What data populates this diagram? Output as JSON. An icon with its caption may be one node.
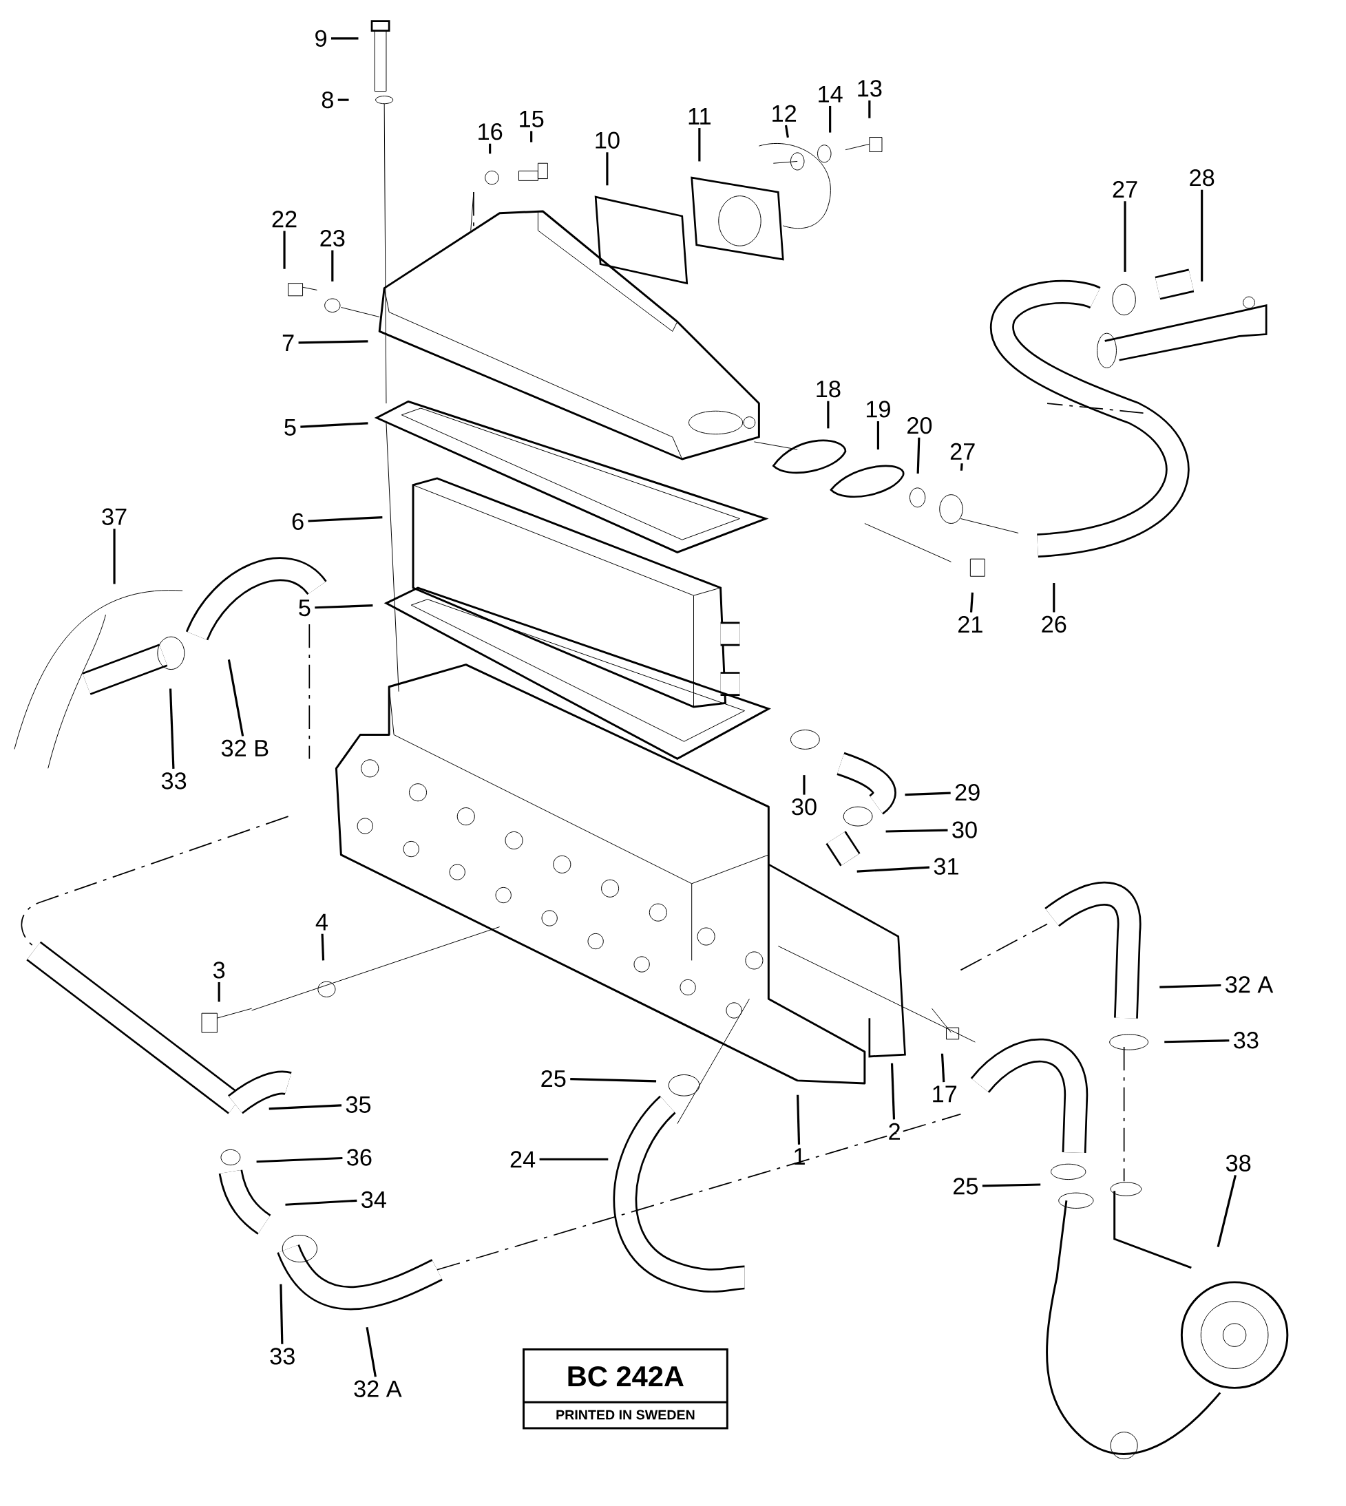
{
  "diagram": {
    "nodes": [
      {
        "text": [
          "9"
        ]
      },
      {
        "text": [
          "8"
        ]
      },
      {
        "text": [
          "16"
        ]
      },
      {
        "text": [
          "15"
        ]
      },
      {
        "text": [
          "10"
        ]
      },
      {
        "text": [
          "11"
        ]
      },
      {
        "text": [
          "12"
        ]
      },
      {
        "text": [
          "14"
        ]
      },
      {
        "text": [
          "13"
        ]
      },
      {
        "text": [
          "27"
        ]
      },
      {
        "text": [
          "28"
        ]
      },
      {
        "text": [
          "22"
        ]
      },
      {
        "text": [
          "23"
        ]
      },
      {
        "text": [
          "7"
        ]
      },
      {
        "text": [
          "18"
        ]
      },
      {
        "text": [
          "19"
        ]
      },
      {
        "text": [
          "20"
        ]
      },
      {
        "text": [
          "5"
        ]
      },
      {
        "text": [
          "27"
        ]
      },
      {
        "text": [
          "37"
        ]
      },
      {
        "text": [
          "6"
        ]
      },
      {
        "text": [
          "5"
        ]
      },
      {
        "text": [
          "21"
        ]
      },
      {
        "text": [
          "26"
        ]
      },
      {
        "text": [
          "32 B"
        ]
      },
      {
        "text": [
          "33"
        ]
      },
      {
        "text": [
          "30"
        ]
      },
      {
        "text": [
          "29"
        ]
      },
      {
        "text": [
          "30"
        ]
      },
      {
        "text": [
          "31"
        ]
      },
      {
        "text": [
          "4"
        ]
      },
      {
        "text": [
          "3"
        ]
      },
      {
        "text": [
          "32 A"
        ]
      },
      {
        "text": [
          "33"
        ]
      },
      {
        "text": [
          "25"
        ]
      },
      {
        "text": [
          "17"
        ]
      },
      {
        "text": [
          "35"
        ]
      },
      {
        "text": [
          "2"
        ]
      },
      {
        "text": [
          "1"
        ]
      },
      {
        "text": [
          "24"
        ]
      },
      {
        "text": [
          "36"
        ]
      },
      {
        "text": [
          "38"
        ]
      },
      {
        "text": [
          "25"
        ]
      },
      {
        "text": [
          "34"
        ]
      },
      {
        "text": [
          "33"
        ]
      },
      {
        "text": [
          "32 A"
        ]
      }
    ],
    "edges": [
      {
        "from": 0,
        "to": null,
        "arrow": "none"
      },
      {
        "from": 1,
        "to": null,
        "arrow": "none"
      },
      {
        "from": 2,
        "to": null,
        "arrow": "none"
      },
      {
        "from": 3,
        "to": null,
        "arrow": "none"
      },
      {
        "from": 4,
        "to": null,
        "arrow": "none"
      },
      {
        "from": 5,
        "to": null,
        "arrow": "none"
      },
      {
        "from": 6,
        "to": null,
        "arrow": "none"
      },
      {
        "from": 7,
        "to": null,
        "arrow": "none"
      },
      {
        "from": 8,
        "to": null,
        "arrow": "none"
      },
      {
        "from": 9,
        "to": null,
        "arrow": "none"
      },
      {
        "from": 10,
        "to": null,
        "arrow": "none"
      },
      {
        "from": 11,
        "to": null,
        "arrow": "none"
      },
      {
        "from": 12,
        "to": null,
        "arrow": "none"
      },
      {
        "from": 13,
        "to": null,
        "arrow": "none"
      },
      {
        "from": 14,
        "to": null,
        "arrow": "none"
      },
      {
        "from": 15,
        "to": null,
        "arrow": "none"
      },
      {
        "from": 16,
        "to": null,
        "arrow": "none"
      },
      {
        "from": 17,
        "to": null,
        "arrow": "none"
      },
      {
        "from": 18,
        "to": null,
        "arrow": "none"
      },
      {
        "from": 19,
        "to": null,
        "arrow": "none"
      },
      {
        "from": 20,
        "to": null,
        "arrow": "none"
      },
      {
        "from": 21,
        "to": null,
        "arrow": "none"
      },
      {
        "from": 22,
        "to": null,
        "arrow": "none"
      },
      {
        "from": 23,
        "to": null,
        "arrow": "none"
      },
      {
        "from": 24,
        "to": null,
        "arrow": "none"
      },
      {
        "from": 25,
        "to": null,
        "arrow": "none"
      },
      {
        "from": 26,
        "to": null,
        "arrow": "none"
      },
      {
        "from": 27,
        "to": null,
        "arrow": "none"
      },
      {
        "from": 28,
        "to": null,
        "arrow": "none"
      },
      {
        "from": 29,
        "to": null,
        "arrow": "none"
      },
      {
        "from": 30,
        "to": null,
        "arrow": "none"
      },
      {
        "from": 31,
        "to": null,
        "arrow": "none"
      },
      {
        "from": 32,
        "to": null,
        "arrow": "none"
      },
      {
        "from": 33,
        "to": null,
        "arrow": "none"
      },
      {
        "from": 34,
        "to": null,
        "arrow": "none"
      },
      {
        "from": 35,
        "to": null,
        "arrow": "none"
      },
      {
        "from": 36,
        "to": null,
        "arrow": "none"
      },
      {
        "from": 37,
        "to": null,
        "arrow": "none"
      },
      {
        "from": 38,
        "to": null,
        "arrow": "none"
      },
      {
        "from": 39,
        "to": null,
        "arrow": "none"
      },
      {
        "from": 40,
        "to": null,
        "arrow": "none"
      },
      {
        "from": 41,
        "to": null,
        "arrow": "none"
      },
      {
        "from": 42,
        "to": null,
        "arrow": "none"
      },
      {
        "from": 43,
        "to": null,
        "arrow": "none"
      },
      {
        "from": 44,
        "to": null,
        "arrow": "none"
      },
      {
        "from": 45,
        "to": null,
        "arrow": "none"
      }
    ],
    "labels": [
      "BC 242A",
      "PRINTED IN SWEDEN"
    ]
  }
}
